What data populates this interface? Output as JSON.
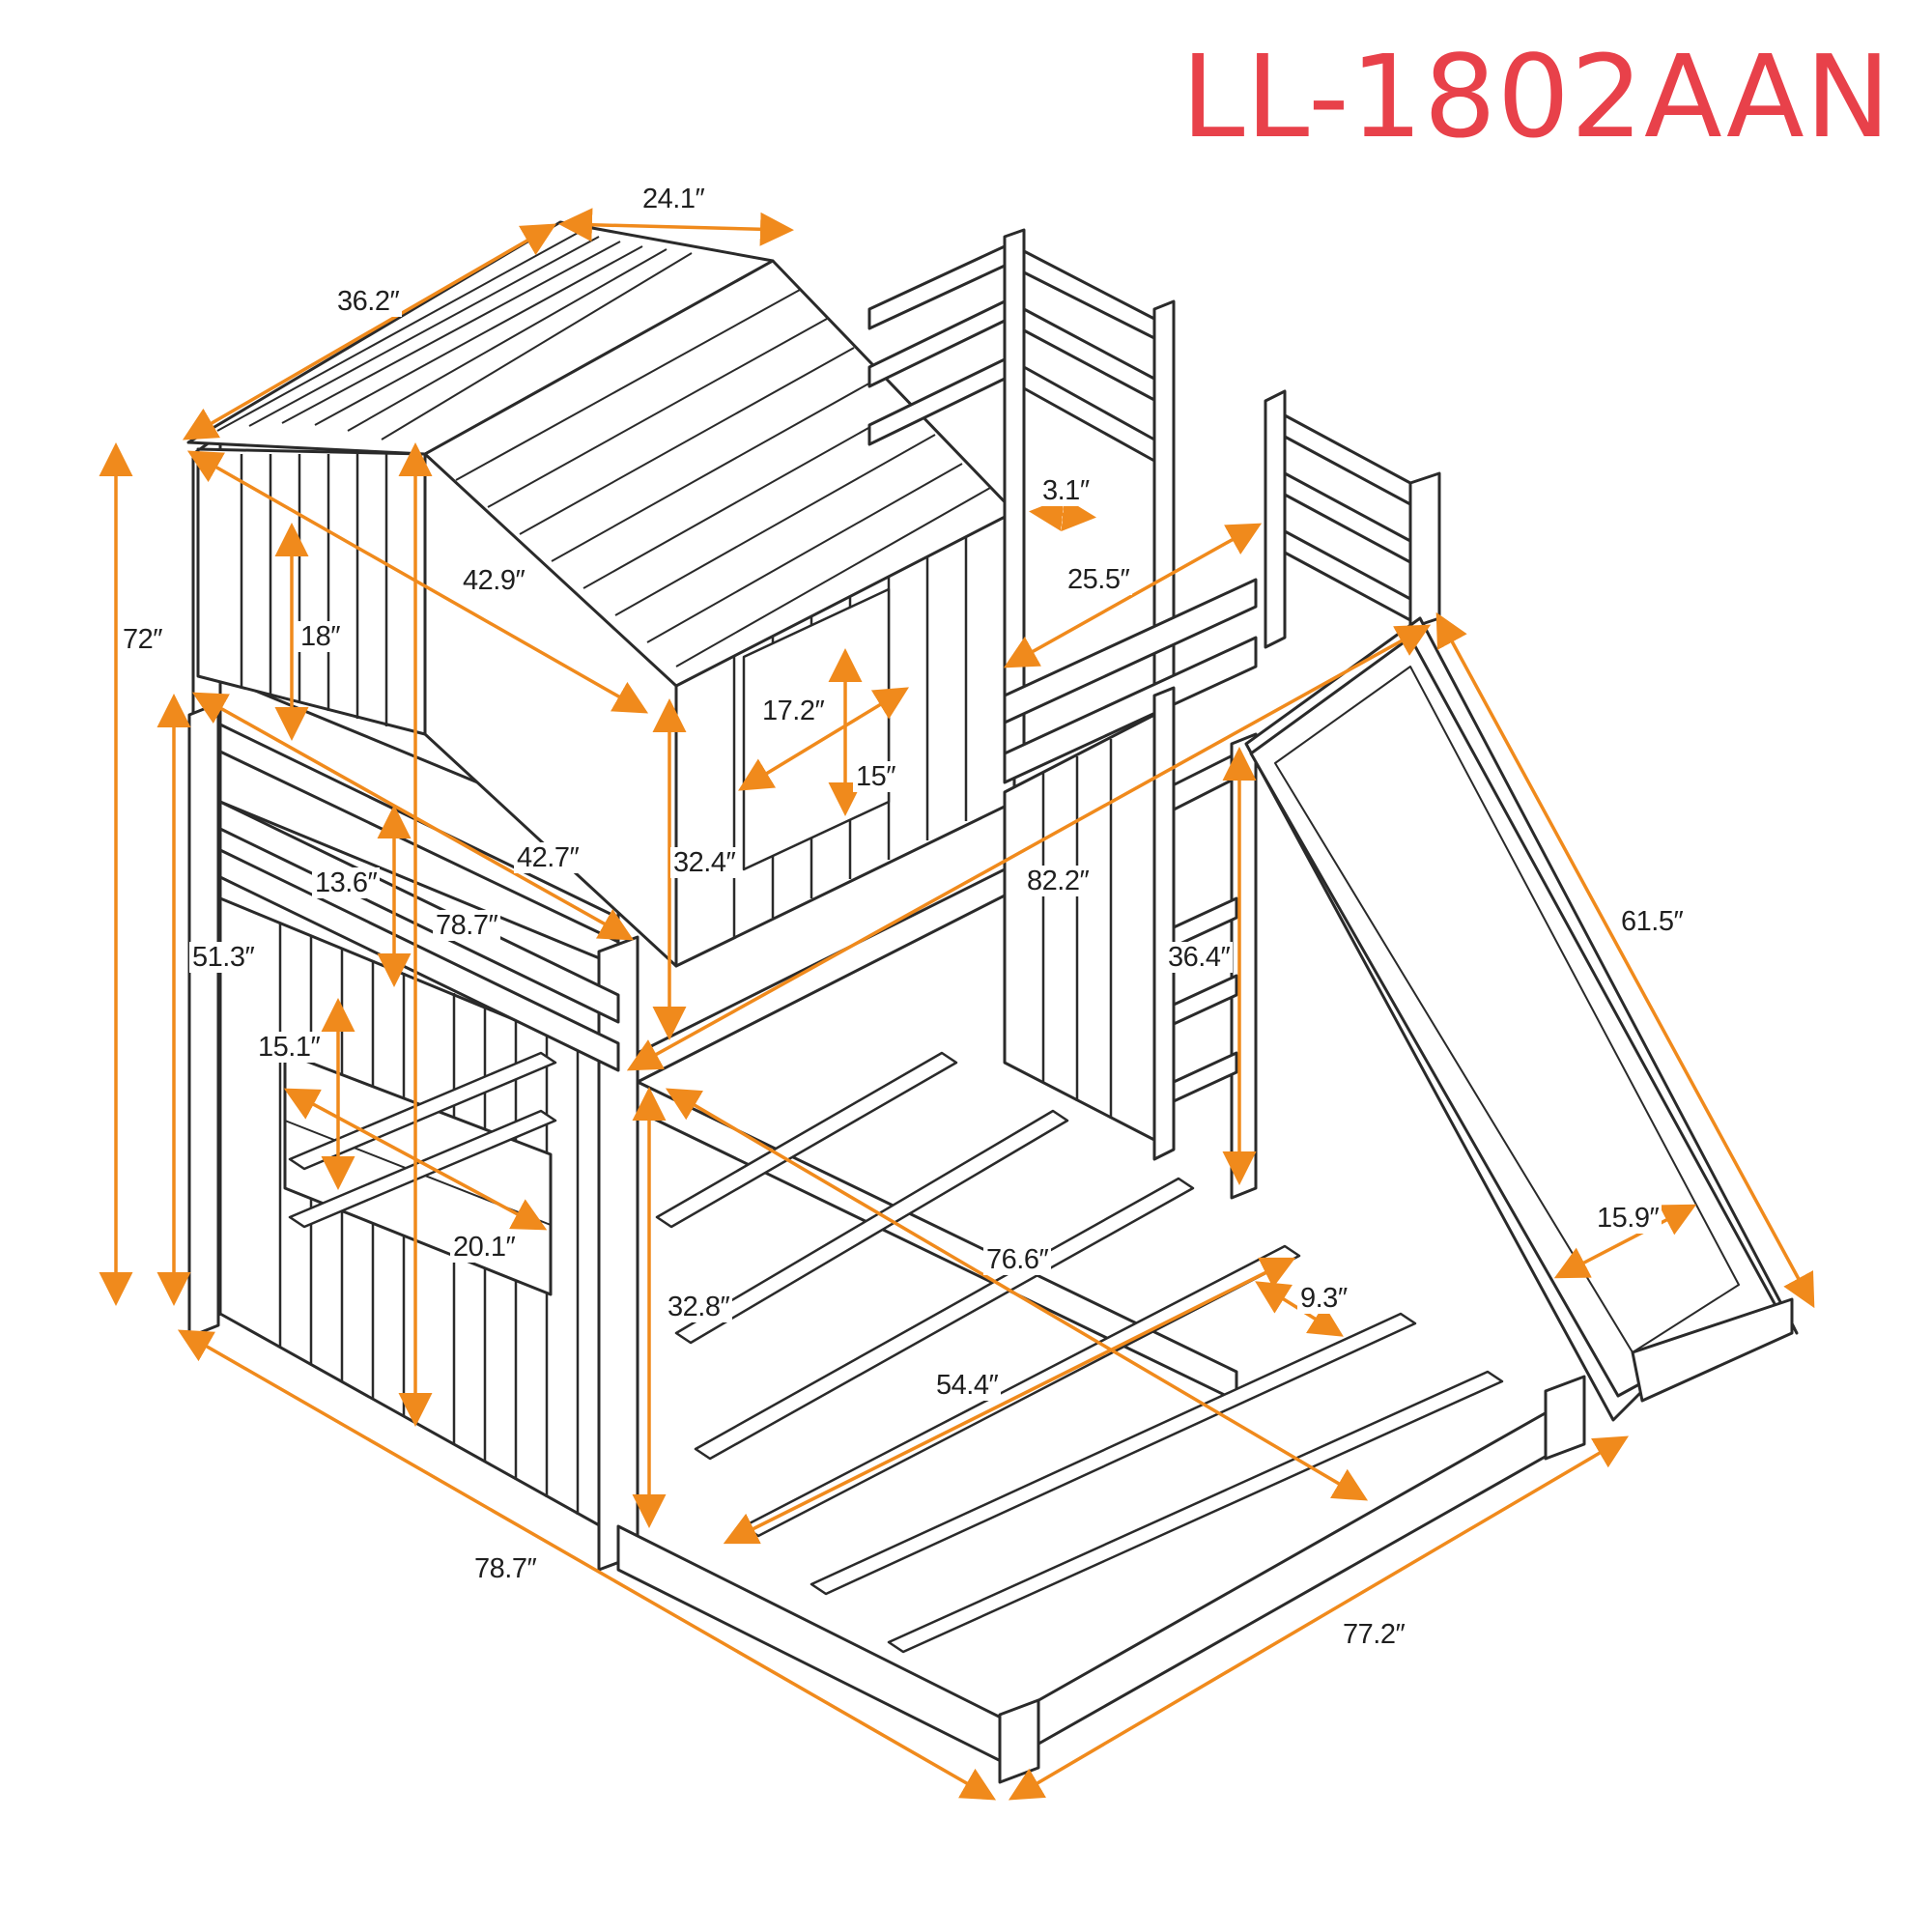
{
  "model_code": "LL-1802AAN",
  "colors": {
    "dimension_arrow": "#f08a1c",
    "outline": "#2a2a2a",
    "model_code": "#e8414a",
    "background": "#ffffff"
  },
  "dimensions": {
    "roof_front": "24.1″",
    "roof_side": "36.2″",
    "total_height": "72″",
    "window_height_upper": "18″",
    "upper_diagonal": "42.9″",
    "slat_gap": "3.1″",
    "guard_rail_length": "25.5″",
    "door_width": "17.2″",
    "door_height": "15″",
    "upper_rail_length": "42.7″",
    "upper_rail_height": "13.6″",
    "upper_bed_length": "78.7″",
    "post_height_upper": "32.4″",
    "upper_rail_total": "82.2″",
    "slide_length": "61.5″",
    "ladder_height": "36.4″",
    "side_height": "51.3″",
    "lower_window_height": "15.1″",
    "lower_window_width": "20.1″",
    "lower_post_height": "32.8″",
    "lower_diagonal": "76.6″",
    "step_gap": "9.3″",
    "slide_width": "15.9″",
    "lower_bed_width": "54.4″",
    "overall_width": "78.7″",
    "overall_length": "77.2″"
  }
}
